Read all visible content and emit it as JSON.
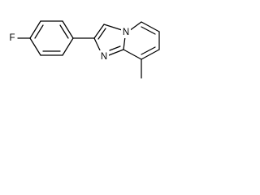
{
  "structure": {
    "atoms": [
      {
        "id": "F",
        "label": "F"
      },
      {
        "id": "N_imine",
        "label": "N"
      },
      {
        "id": "N_bridge",
        "label": "N"
      }
    ]
  }
}
